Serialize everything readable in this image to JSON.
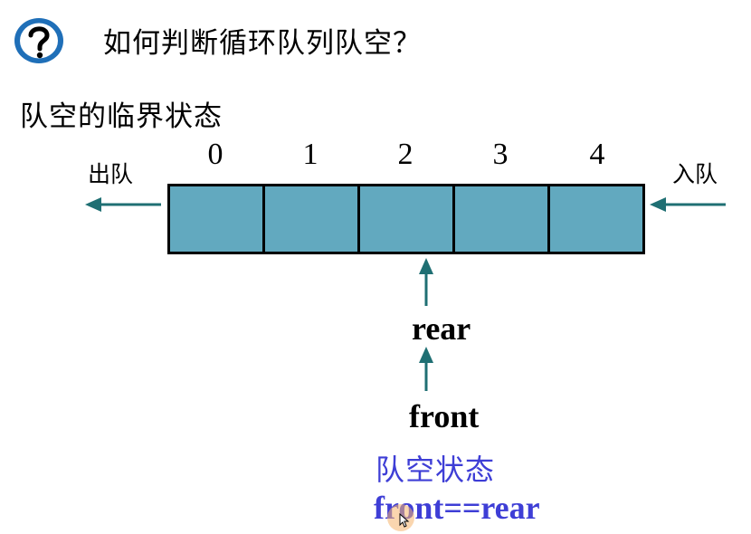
{
  "header": {
    "icon": "question-circle-icon",
    "title": "如何判断循环队列队空？"
  },
  "subtitle": "队空的临界状态",
  "queue": {
    "indices": [
      "0",
      "1",
      "2",
      "3",
      "4"
    ],
    "cell_color": "#62a9bf",
    "dequeue_label": "出队",
    "enqueue_label": "入队"
  },
  "pointers": {
    "rear_label": "rear",
    "front_label": "front"
  },
  "condition": {
    "caption": "队空状态",
    "expression": "front==rear",
    "color": "#3e3ed6"
  },
  "arrow_color": "#1f6f73"
}
